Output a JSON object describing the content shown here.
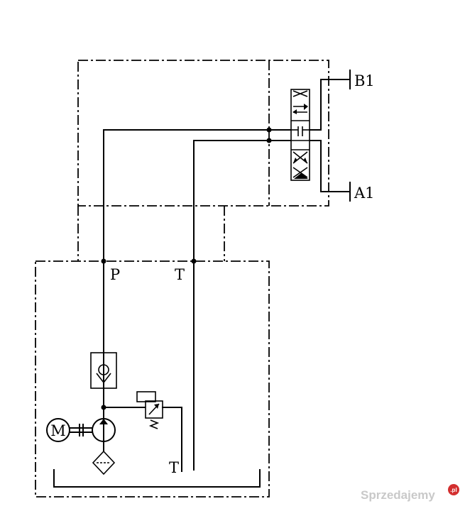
{
  "diagram": {
    "labels": {
      "port_b": "B1",
      "port_a": "A1",
      "pressure": "P",
      "tank_top": "T",
      "tank_bottom": "T",
      "motor": "M"
    }
  },
  "watermark": {
    "text": "Sprzedajemy",
    "badge": ".pl"
  },
  "colors": {
    "line": "#000000",
    "background": "#ffffff",
    "watermark_text": "#c9c9c9",
    "watermark_badge": "#d32f2f"
  }
}
